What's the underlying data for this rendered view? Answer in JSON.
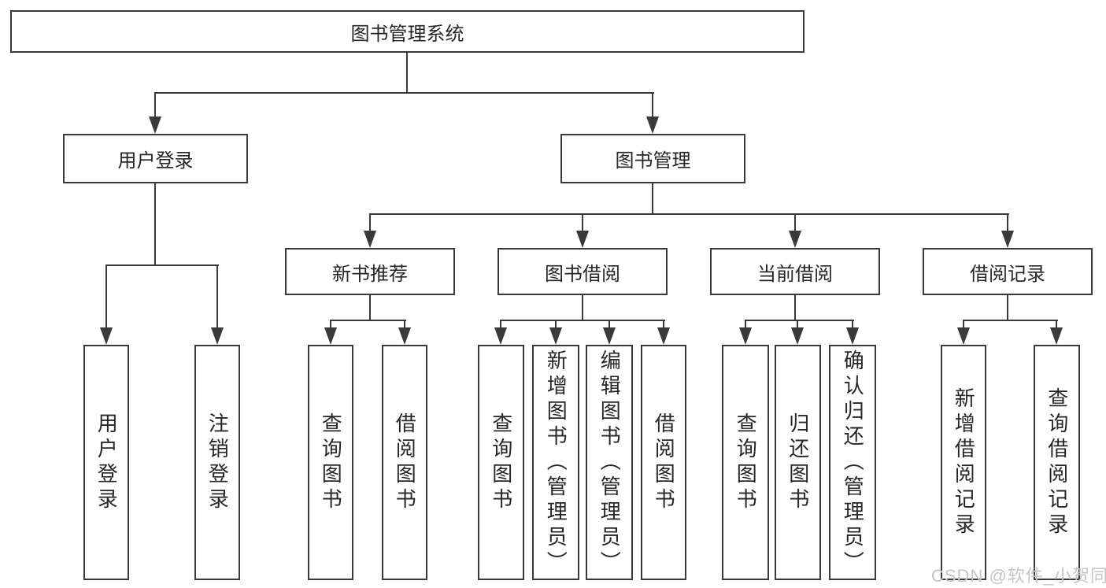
{
  "title": "图书管理系统",
  "watermark": "CSDN @软件_小贺同学",
  "colors": {
    "line": "#3a3a3a",
    "text": "#262626",
    "watermark": "#c5c5c5",
    "background": "#ffffff"
  },
  "nodes": {
    "root": {
      "label": "图书管理系统"
    },
    "level2": [
      "用户登录",
      "图书管理"
    ],
    "level3": [
      "新书推荐",
      "图书借阅",
      "当前借阅",
      "借阅记录"
    ],
    "leaves": {
      "user_login": [
        "用户登录",
        "注销登录"
      ],
      "new_book": [
        "查询图书",
        "借阅图书"
      ],
      "book_borrow": [
        "查询图书",
        "新增图书（管理员）",
        "编辑图书（管理员）",
        "借阅图书"
      ],
      "current_borrow": [
        "查询图书",
        "归还图书",
        "确认归还（管理员）"
      ],
      "records": [
        "新增借阅记录",
        "查询借阅记录"
      ]
    }
  }
}
